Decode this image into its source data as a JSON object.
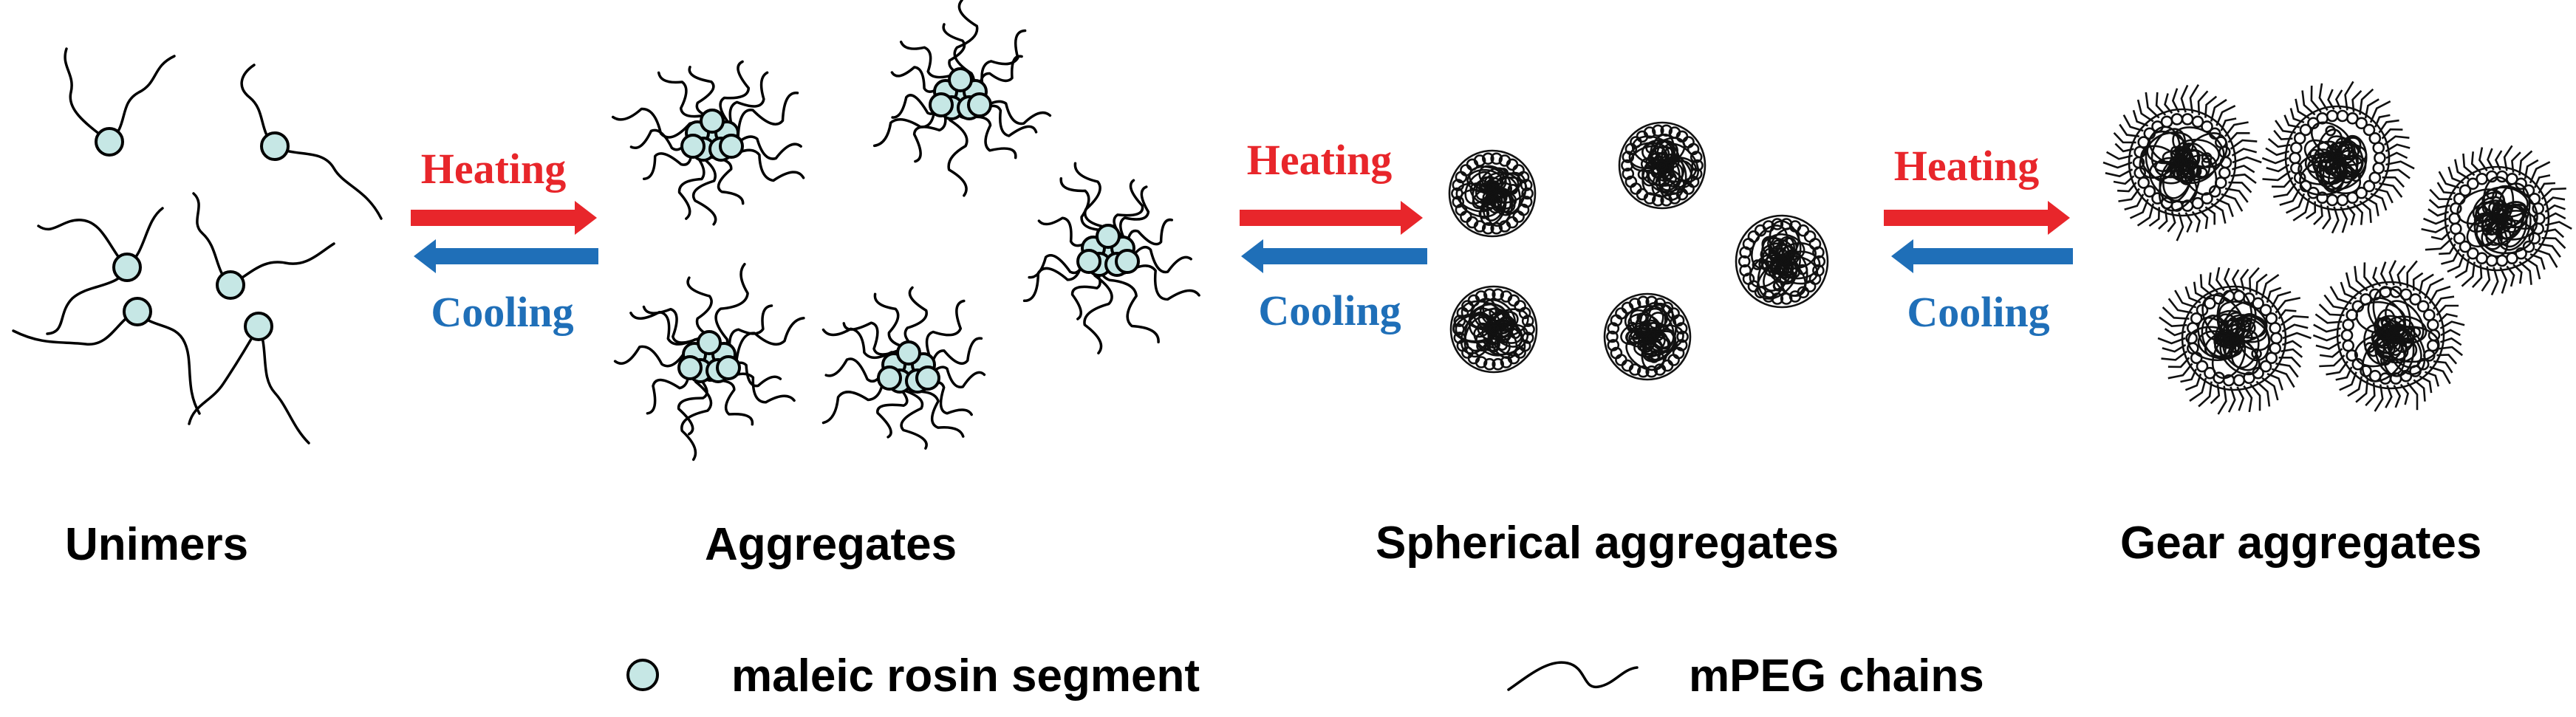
{
  "stages": [
    {
      "id": "unimers",
      "label": "Unimers"
    },
    {
      "id": "aggregates",
      "label": "Aggregates"
    },
    {
      "id": "spherical",
      "label": "Spherical aggregates"
    },
    {
      "id": "gear",
      "label": "Gear aggregates"
    }
  ],
  "transitions": [
    {
      "forward": "Heating",
      "backward": "Cooling"
    },
    {
      "forward": "Heating",
      "backward": "Cooling"
    },
    {
      "forward": "Heating",
      "backward": "Cooling"
    }
  ],
  "legend": {
    "segment_label": "maleic rosin segment",
    "chain_label": "mPEG chains"
  },
  "colors": {
    "heating": "#e8262b",
    "cooling": "#1f6fb8",
    "bead_fill": "#c6e7e5",
    "line": "#000000"
  }
}
